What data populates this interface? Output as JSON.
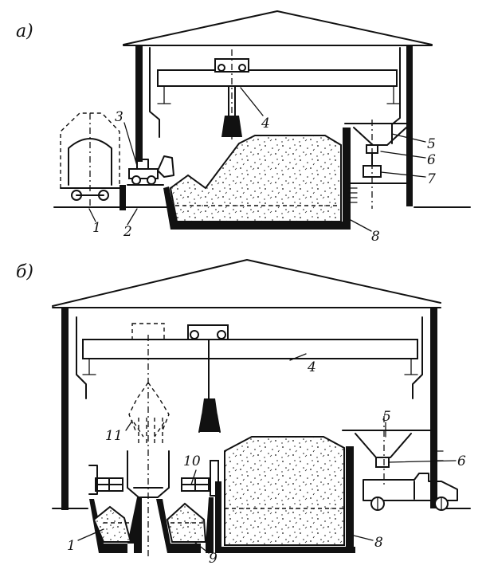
{
  "panels": {
    "a": {
      "label": "а)"
    },
    "b": {
      "label": "б)"
    }
  },
  "callouts": {
    "a": [
      "1",
      "2",
      "3",
      "4",
      "5",
      "6",
      "7",
      "8"
    ],
    "b": [
      "1",
      "4",
      "5",
      "6",
      "8",
      "9",
      "10",
      "11"
    ]
  }
}
